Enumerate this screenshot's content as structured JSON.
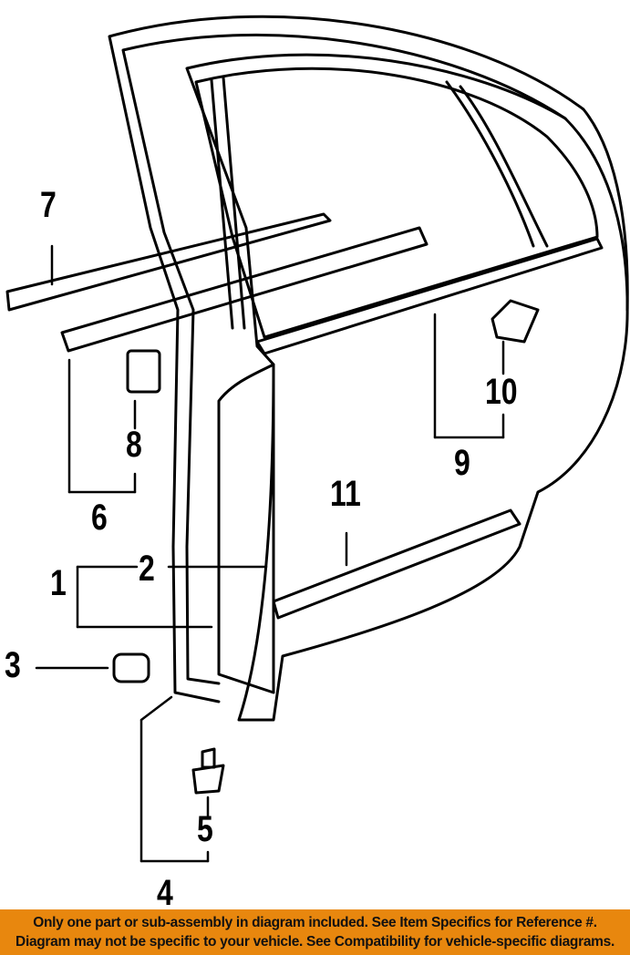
{
  "callouts": {
    "c1": "1",
    "c2": "2",
    "c3": "3",
    "c4": "4",
    "c5": "5",
    "c6": "6",
    "c7": "7",
    "c8": "8",
    "c9": "9",
    "c10": "10",
    "c11": "11"
  },
  "banner": {
    "line1": "Only one part or sub-assembly in diagram included. See Item Specifics for Reference #.",
    "line2": "Diagram may not be specific to your vehicle. See Compatibility for vehicle-specific diagrams."
  },
  "colors": {
    "banner": "#E8870E",
    "ink": "#000000"
  }
}
